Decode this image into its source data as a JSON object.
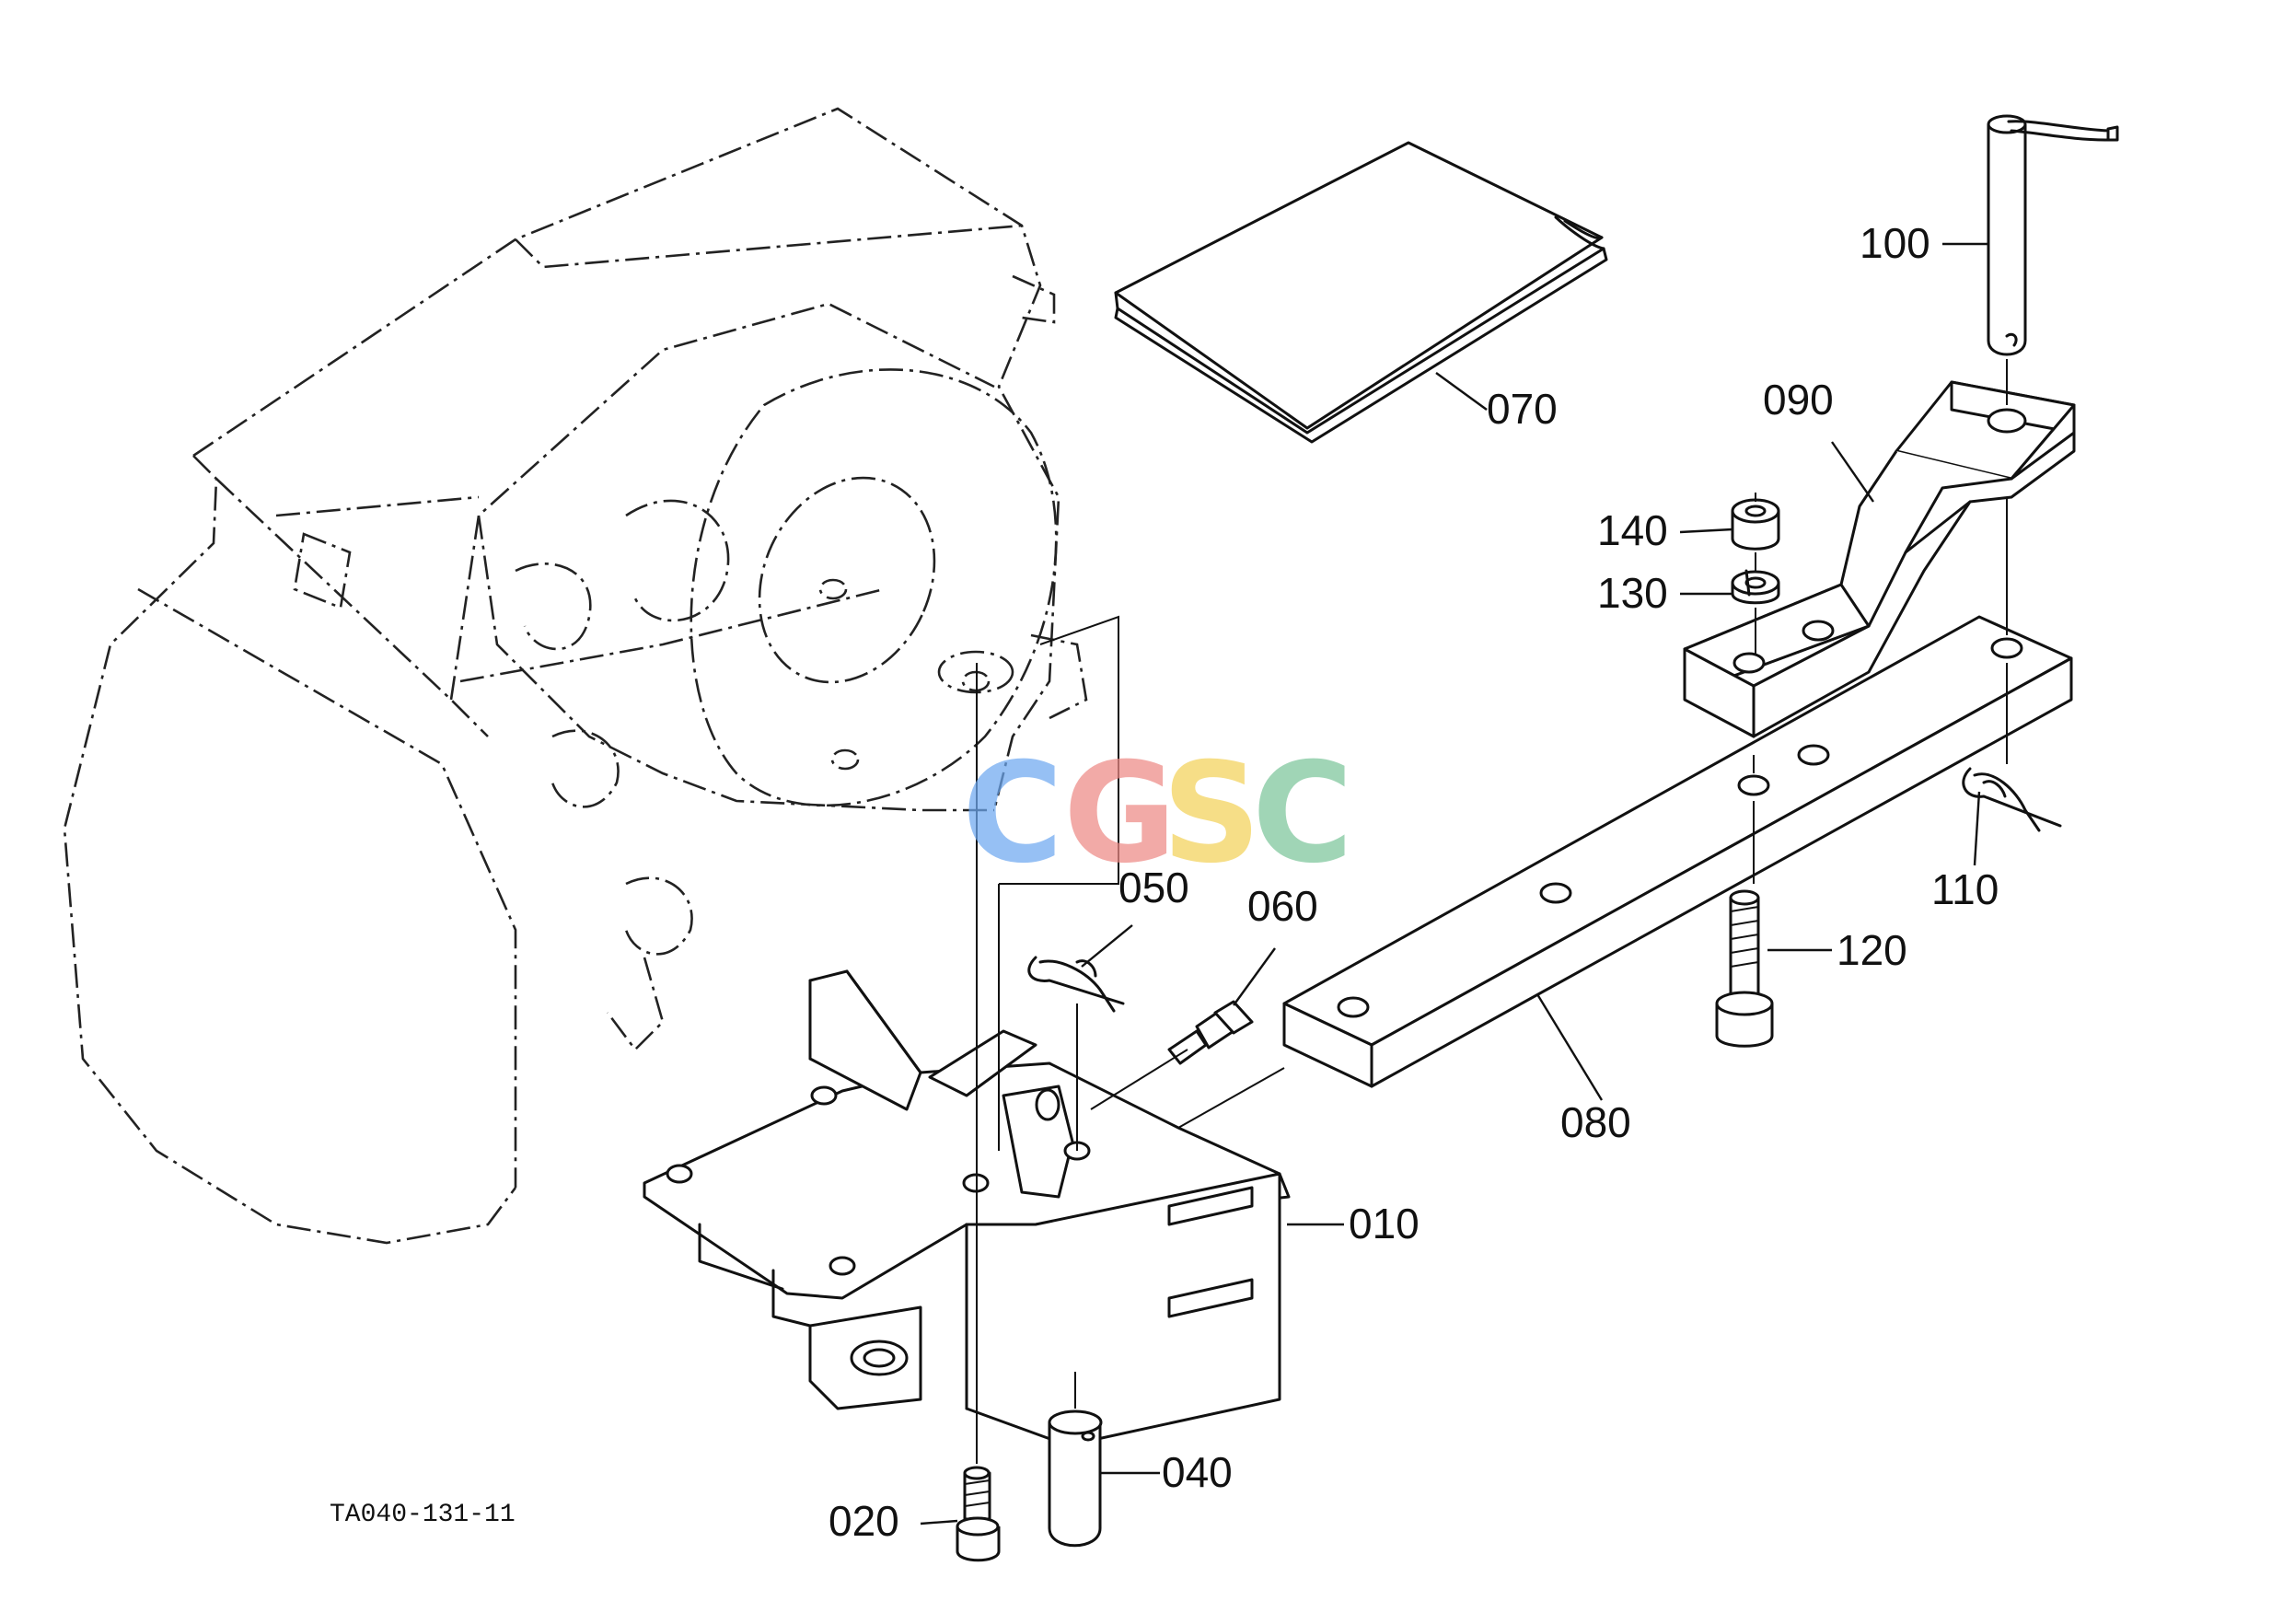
{
  "figure_code": "TA040-131-11",
  "watermark": {
    "letters": [
      "C",
      "G",
      "S",
      "C"
    ],
    "colors": [
      "#6ea8f0",
      "#ee8a86",
      "#f3d25a",
      "#7cc59b"
    ]
  },
  "parts": [
    {
      "id": "p010",
      "label": "010"
    },
    {
      "id": "p020",
      "label": "020"
    },
    {
      "id": "p040",
      "label": "040"
    },
    {
      "id": "p050",
      "label": "050"
    },
    {
      "id": "p060",
      "label": "060"
    },
    {
      "id": "p070",
      "label": "070"
    },
    {
      "id": "p080",
      "label": "080"
    },
    {
      "id": "p090",
      "label": "090"
    },
    {
      "id": "p100",
      "label": "100"
    },
    {
      "id": "p110",
      "label": "110"
    },
    {
      "id": "p120",
      "label": "120"
    },
    {
      "id": "p130",
      "label": "130"
    },
    {
      "id": "p140",
      "label": "140"
    }
  ]
}
